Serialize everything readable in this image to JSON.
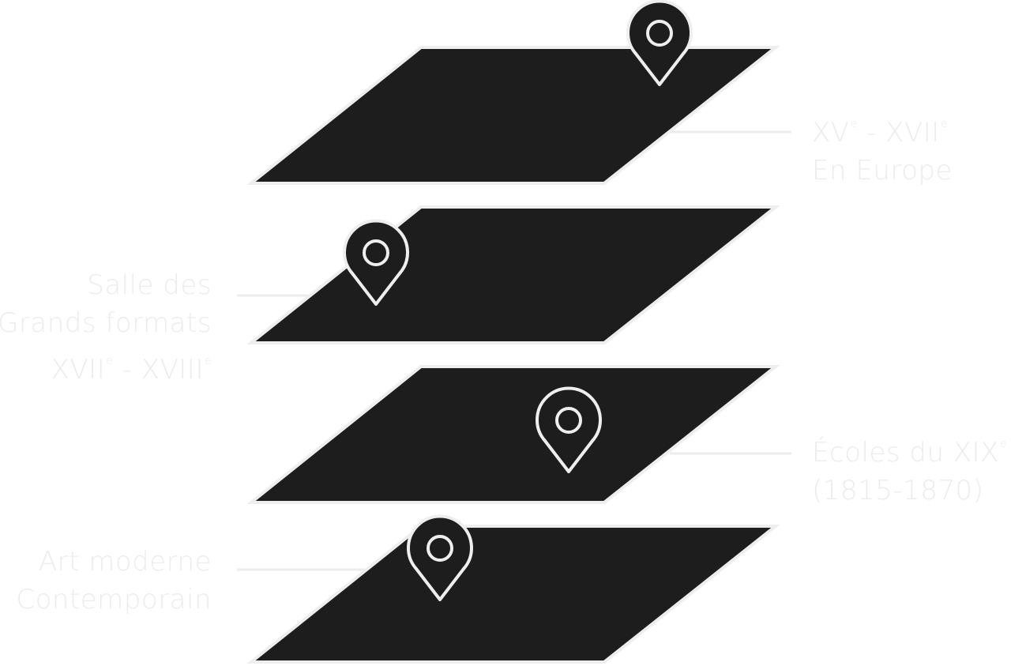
{
  "colors": {
    "floor_fill": "#1d1d1d",
    "floor_outline": "#eeeeee",
    "leader_line": "#ececec",
    "label_text": "#ececec",
    "pin_fill": "#1d1d1d",
    "pin_outline": "#eeeeee"
  },
  "floors": [
    {
      "id": "floor-1",
      "label_lines": [
        [
          {
            "t": "XV"
          },
          {
            "sup": "e"
          },
          {
            "t": " - XVII"
          },
          {
            "sup": "e"
          }
        ],
        [
          {
            "t": "En Europe"
          }
        ]
      ],
      "label_side": "right",
      "pin_icon": "location-pin-icon"
    },
    {
      "id": "floor-2",
      "label_lines": [
        [
          {
            "t": "Salle des"
          }
        ],
        [
          {
            "t": "Grands formats"
          }
        ],
        [
          {
            "t": "XVII"
          },
          {
            "sup": "e"
          },
          {
            "t": " - XVIII"
          },
          {
            "sup": "e"
          }
        ]
      ],
      "label_side": "left",
      "pin_icon": "location-pin-icon"
    },
    {
      "id": "floor-3",
      "label_lines": [
        [
          {
            "t": "Écoles du XIX"
          },
          {
            "sup": "e"
          }
        ],
        [
          {
            "t": "(1815-1870)"
          }
        ]
      ],
      "label_side": "right",
      "pin_icon": "location-pin-icon"
    },
    {
      "id": "floor-4",
      "label_lines": [
        [
          {
            "t": "Art moderne"
          }
        ],
        [
          {
            "t": "Contemporain"
          }
        ]
      ],
      "label_side": "left",
      "pin_icon": "location-pin-icon"
    }
  ]
}
